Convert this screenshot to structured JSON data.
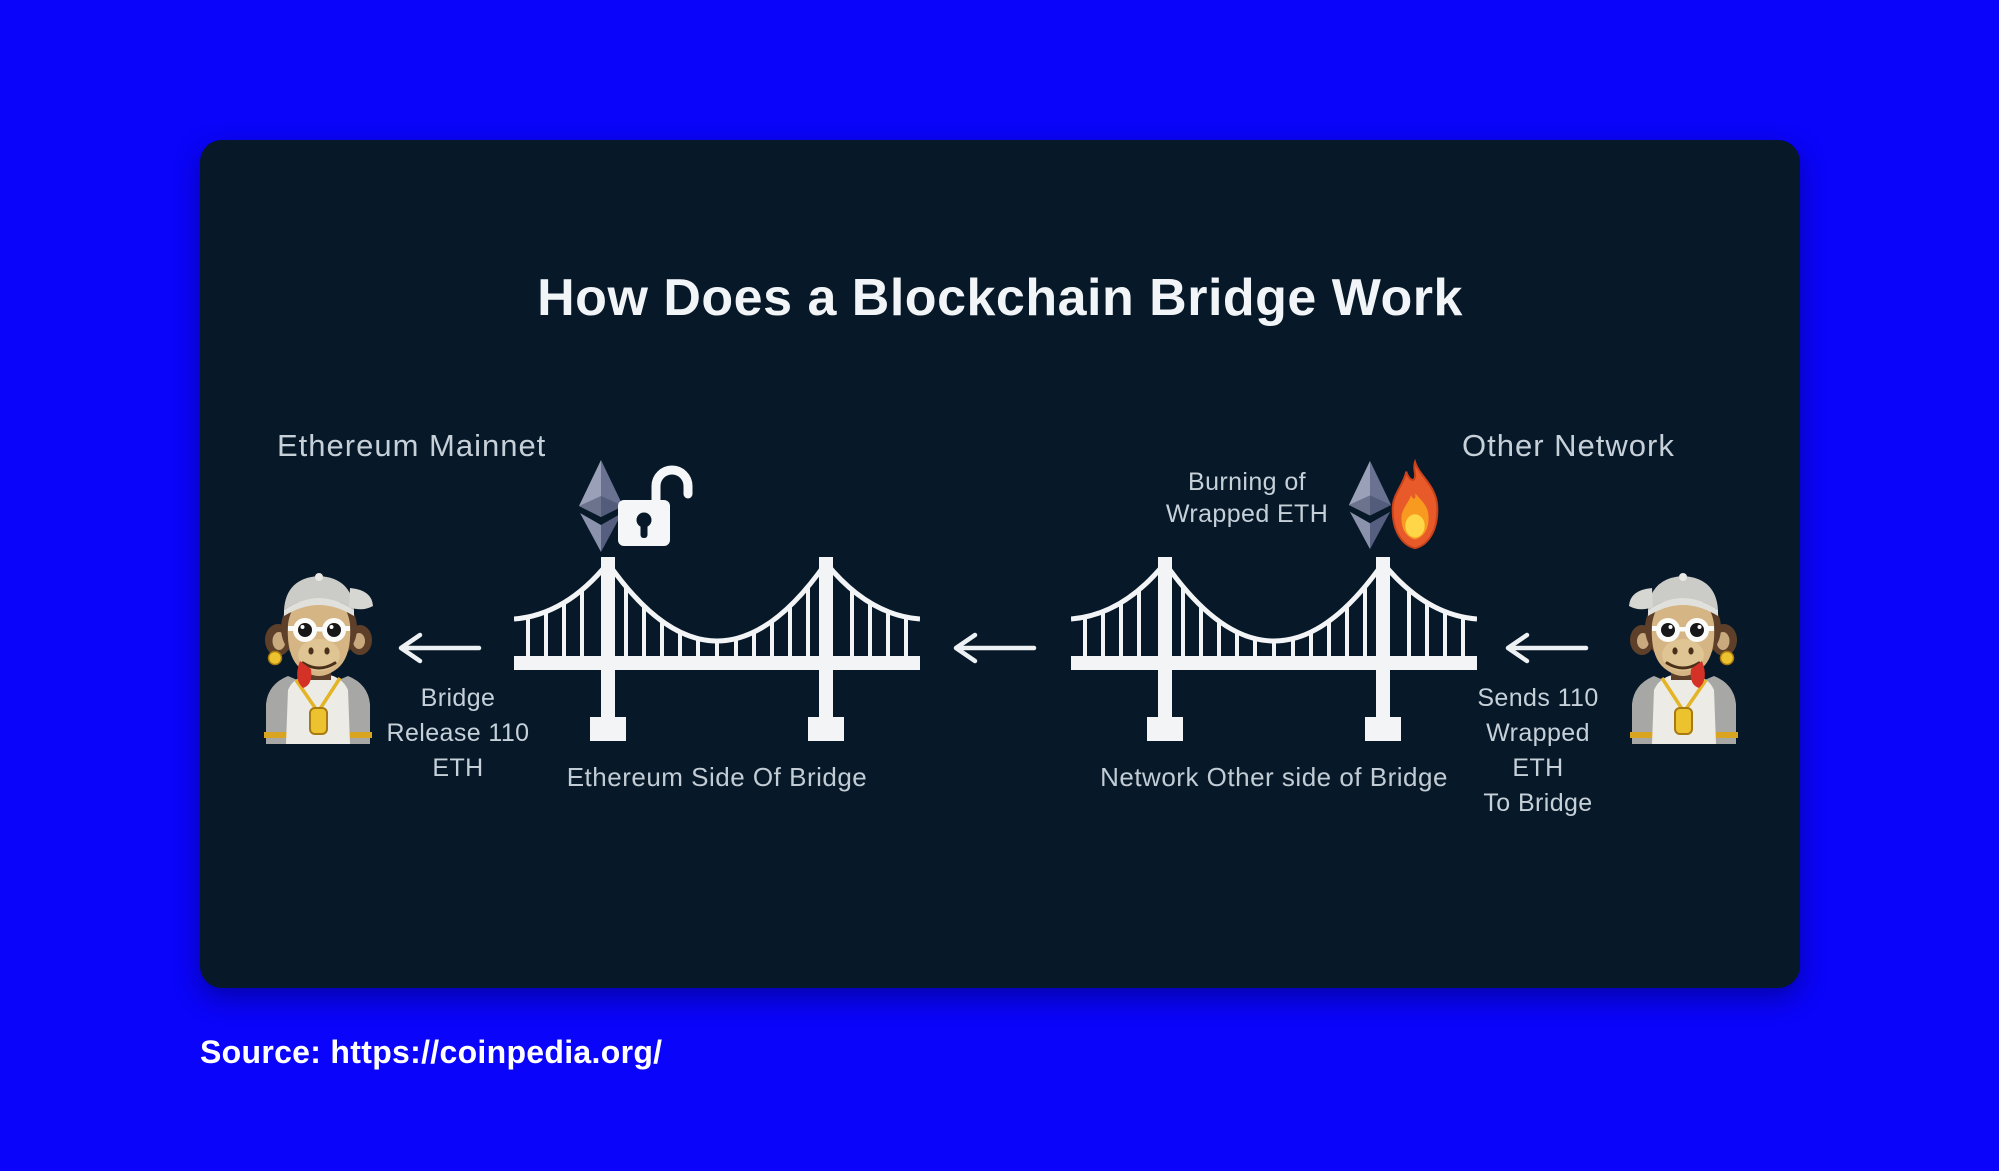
{
  "page": {
    "source_attribution": "Source: https://coinpedia.org/"
  },
  "card": {
    "title": "How Does a Blockchain Bridge Work"
  },
  "left_section": {
    "network_label": "Ethereum Mainnet",
    "bridge_caption": "Ethereum Side Of Bridge",
    "release_note": "Bridge\nRelease 110\nETH",
    "icons": [
      "bored-ape-avatar",
      "left-arrow",
      "eth-logo",
      "unlocked-padlock",
      "suspension-bridge"
    ]
  },
  "middle_section": {
    "icons": [
      "left-arrow"
    ]
  },
  "right_section": {
    "network_label": "Other Network",
    "bridge_caption": "Network Other side of Bridge",
    "burning_note": "Burning of\nWrapped ETH",
    "send_note": "Sends 110\nWrapped ETH\nTo Bridge",
    "icons": [
      "suspension-bridge",
      "eth-logo",
      "fire",
      "left-arrow",
      "bored-ape-avatar"
    ]
  },
  "colors": {
    "background_blue": "#0A04FA",
    "card_navy": "#071828",
    "bridge_white": "#F2F4F6",
    "text_light": "#C6D0D9",
    "title_white": "#F1F5F7",
    "eth_slate": "#6A7292",
    "fire_orange": "#E85A2A",
    "gold": "#ECC22E"
  }
}
